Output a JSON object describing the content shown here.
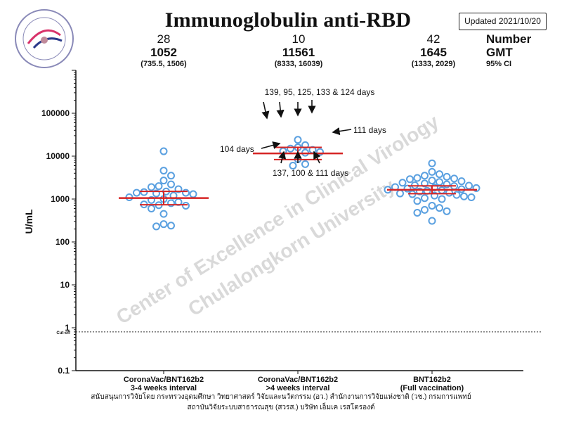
{
  "header": {
    "title": "Immunoglobulin anti-RBD",
    "updated": "Updated 2021/10/20",
    "row_labels": [
      "Number",
      "GMT",
      "95% CI"
    ]
  },
  "groups_stats": [
    {
      "n": "28",
      "gmt": "1052",
      "ci": "(735.5, 1506)"
    },
    {
      "n": "10",
      "gmt": "11561",
      "ci": "(8333, 16039)"
    },
    {
      "n": "42",
      "gmt": "1645",
      "ci": "(1333, 2029)"
    }
  ],
  "watermark": {
    "line1": "Center of Excellence in Clinical Virology",
    "line2": "Chulalongkorn University"
  },
  "footer": {
    "line1": "สนับสนุนการวิจัยโดย กระทรวงอุดมศึกษา วิทยาศาสตร์ วิจัยและนวัตกรรม (อว.) สำนักงานการวิจัยแห่งชาติ (วช.) กรมการแพทย์",
    "line2": "สถาบันวิจัยระบบสาธารณสุข (สวรส.) บริษัท เอ็มเค เรสโตรองต์"
  },
  "colors": {
    "points": "#5aa0e0",
    "summary": "#d62424",
    "axis": "#111111"
  },
  "chart_data": {
    "type": "scatter",
    "ylabel": "U/mL",
    "yscale": "log",
    "ylim": [
      0.1,
      1000000
    ],
    "yticks": [
      {
        "value": 0.1,
        "label": "0.1"
      },
      {
        "value": 1,
        "label": "1"
      },
      {
        "value": 10,
        "label": "10"
      },
      {
        "value": 100,
        "label": "100"
      },
      {
        "value": 1000,
        "label": "1000"
      },
      {
        "value": 10000,
        "label": "10000"
      },
      {
        "value": 100000,
        "label": "100000"
      }
    ],
    "cutoff": {
      "value": 0.8,
      "label": "Cut-off"
    },
    "categories": [
      [
        "CoronaVac/BNT162b2",
        "3-4 weeks interval"
      ],
      [
        "CoronaVac/BNT162b2",
        ">4 weeks interval"
      ],
      [
        "BNT162b2",
        "(Full vaccination)"
      ]
    ],
    "series": [
      {
        "values": [
          13000,
          4600,
          3500,
          2700,
          2200,
          2000,
          1900,
          1700,
          1500,
          1450,
          1400,
          1400,
          1350,
          1300,
          1200,
          1100,
          1000,
          950,
          850,
          800,
          750,
          720,
          700,
          600,
          450,
          260,
          240,
          230
        ],
        "gmt": 1052,
        "ci": [
          735.5,
          1506
        ]
      },
      {
        "values": [
          24000,
          18000,
          16000,
          15000,
          14000,
          13000,
          12500,
          12000,
          8500,
          6500,
          6000
        ],
        "gmt": 11561,
        "ci": [
          8333,
          16039
        ]
      },
      {
        "values": [
          6800,
          4300,
          3800,
          3500,
          3300,
          3100,
          3000,
          2900,
          2700,
          2600,
          2500,
          2400,
          2300,
          2200,
          2100,
          2050,
          2000,
          1900,
          1850,
          1800,
          1750,
          1700,
          1650,
          1600,
          1550,
          1500,
          1400,
          1350,
          1300,
          1250,
          1200,
          1150,
          1100,
          1050,
          1000,
          900,
          700,
          620,
          560,
          520,
          480,
          310
        ],
        "gmt": 1645,
        "ci": [
          1333,
          2029
        ]
      }
    ],
    "annotations": [
      {
        "text": "139, 95, 125, 133 & 124 days"
      },
      {
        "text": "111 days"
      },
      {
        "text": "104 days"
      },
      {
        "text": "137, 100 & 111 days"
      }
    ]
  }
}
